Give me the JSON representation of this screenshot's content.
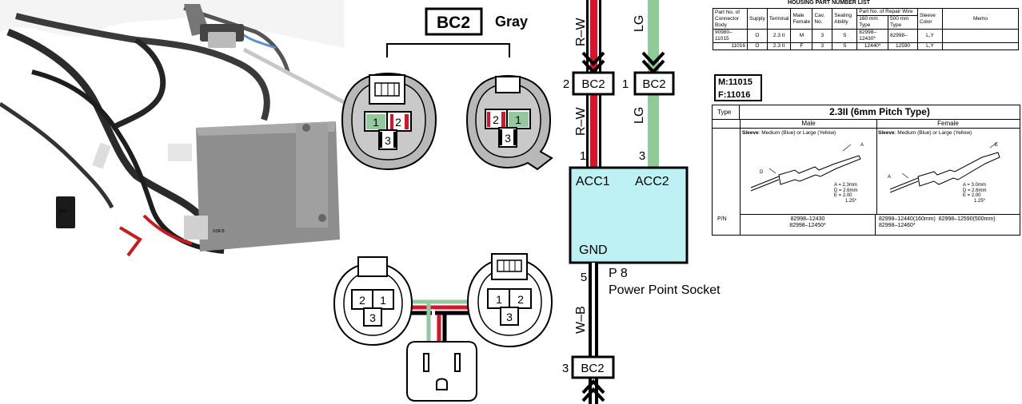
{
  "photo": {
    "module_label": "SSB B",
    "switch_label": "ACC"
  },
  "connector_bc2": {
    "code": "BC2",
    "color": "Gray",
    "left_pins": [
      "1",
      "2",
      "3"
    ],
    "right_pins": [
      "2",
      "1",
      "3"
    ]
  },
  "socket_connectors": {
    "left_pins": [
      "2",
      "1",
      "3"
    ],
    "right_pins": [
      "1",
      "2",
      "3"
    ]
  },
  "schematic": {
    "wire_rw": "R–W",
    "wire_lg": "LG",
    "wire_wb": "W–B",
    "bc2_label": "BC2",
    "pin_top_left": "2",
    "pin_top_right": "1",
    "pin_acc1": "1",
    "pin_acc2": "3",
    "pin_gnd": "5",
    "pin_bottom": "3",
    "acc1": "ACC1",
    "acc2": "ACC2",
    "gnd": "GND",
    "component_id": "P 8",
    "component_name": "Power Point Socket",
    "colors": {
      "rw": "#d7142a",
      "lg": "#8fcb98",
      "wb": "#000000",
      "box": "#bdf1f4"
    }
  },
  "housing_list": {
    "title": "HOUSING PART NUMBER LIST",
    "headers": [
      "Part No. of Connector Body",
      "Supply",
      "Terminal",
      "Male Female",
      "Cav. No.",
      "Sealing Ability",
      "Part No. of Repair Wire",
      "160 mm Type",
      "500 mm Type",
      "Sleeve Color",
      "Memo"
    ],
    "rows": [
      [
        "90980–11015",
        "O",
        "2.3 II",
        "M",
        "3",
        "S",
        "82998–12430*",
        "82998–",
        "L,Y"
      ],
      [
        "11016",
        "O",
        "2.3 II",
        "F",
        "3",
        "S",
        "12440*",
        "12590",
        "L,Y"
      ]
    ]
  },
  "mf_codes": {
    "m": "M:11015",
    "f": "F:11016"
  },
  "terminal_table": {
    "type_label": "Type",
    "type_value": "2.3II (6mm Pitch Type)",
    "male": "Male",
    "female": "Female",
    "sleeve_label": "Sleeve",
    "sleeve_male": ": Medium (Blue) or Large (Yellow)",
    "sleeve_female": ": Medium (Blue) or Large (Yellow)",
    "dims_male": [
      "A = 2.3mm",
      "D = 2.6mm",
      "E = 2.00",
      "1.25*"
    ],
    "dims_female": [
      "A = 3.0mm",
      "D = 2.6mm",
      "E = 2.00",
      "1.25*"
    ],
    "pn_label": "P/N",
    "pn_male": [
      "82998–12430",
      "82998–12450*"
    ],
    "pn_female_1": "82998–12440(160mm)",
    "pn_female_2": "82998–12590(500mm)",
    "pn_female_3": "82998–12460*"
  }
}
